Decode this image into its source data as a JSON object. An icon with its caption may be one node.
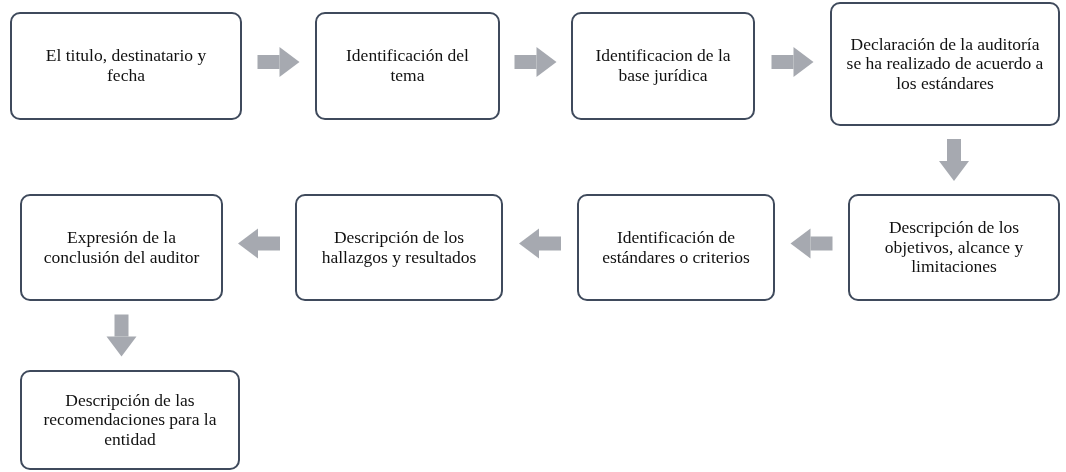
{
  "diagram": {
    "nodes": [
      {
        "text": [
          "El titulo, destinatario y fecha"
        ]
      },
      {
        "text": [
          "Identificación del tema"
        ]
      },
      {
        "text": [
          "Identificacion de la base jurídica"
        ]
      },
      {
        "text": [
          "Declaración de la auditoría se ha realizado de acuerdo a los estándares"
        ]
      },
      {
        "text": [
          "Descripción de los objetivos,  alcance y limitaciones"
        ]
      },
      {
        "text": [
          "Identificación de estándares o criterios"
        ]
      },
      {
        "text": [
          "Descripción de los hallazgos y resultados"
        ]
      },
      {
        "text": [
          "Expresión de la conclusión del auditor"
        ]
      },
      {
        "text": [
          "Descripción de las recomendaciones para la entidad"
        ]
      }
    ],
    "edges": [
      {
        "from": 0,
        "to": 1,
        "arrow": "to"
      },
      {
        "from": 1,
        "to": 2,
        "arrow": "to"
      },
      {
        "from": 2,
        "to": 3,
        "arrow": "to"
      },
      {
        "from": 3,
        "to": 4,
        "arrow": "to"
      },
      {
        "from": 4,
        "to": 5,
        "arrow": "to"
      },
      {
        "from": 5,
        "to": 6,
        "arrow": "to"
      },
      {
        "from": 6,
        "to": 7,
        "arrow": "to"
      },
      {
        "from": 7,
        "to": 8,
        "arrow": "to"
      }
    ]
  }
}
